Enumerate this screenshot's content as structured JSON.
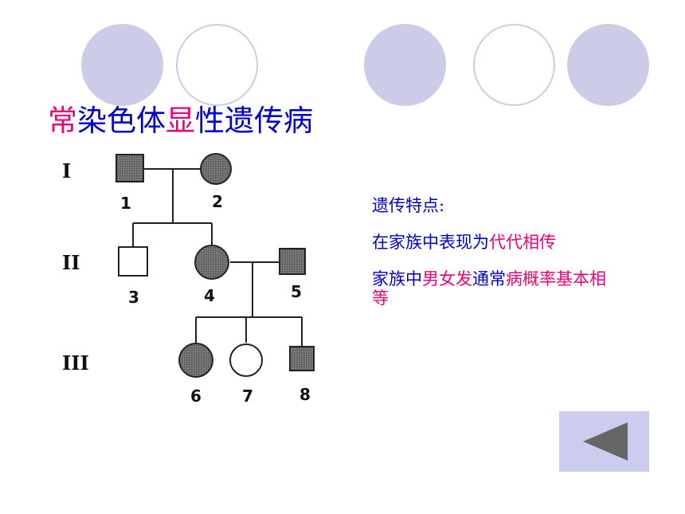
{
  "title": {
    "parts": [
      {
        "text": "常",
        "highlight": true
      },
      {
        "text": "染色体",
        "highlight": false
      },
      {
        "text": "显",
        "highlight": true
      },
      {
        "text": "性遗传病",
        "highlight": false
      }
    ]
  },
  "pedigree": {
    "generations": [
      "I",
      "II",
      "III"
    ],
    "individuals": [
      {
        "id": "1",
        "generation": "I",
        "sex": "male",
        "affected": true
      },
      {
        "id": "2",
        "generation": "I",
        "sex": "female",
        "affected": true
      },
      {
        "id": "3",
        "generation": "II",
        "sex": "male",
        "affected": false
      },
      {
        "id": "4",
        "generation": "II",
        "sex": "female",
        "affected": true
      },
      {
        "id": "5",
        "generation": "II",
        "sex": "male",
        "affected": true
      },
      {
        "id": "6",
        "generation": "III",
        "sex": "female",
        "affected": true
      },
      {
        "id": "7",
        "generation": "III",
        "sex": "female",
        "affected": false
      },
      {
        "id": "8",
        "generation": "III",
        "sex": "male",
        "affected": true
      }
    ]
  },
  "features": {
    "heading": "遗传特点:",
    "line1": {
      "normal": "在家族中表现为",
      "highlight": "代代相传"
    },
    "line2": {
      "p1": "家族中",
      "h1": "男女发",
      "p2": "通常",
      "h2": "病概率基本相",
      "h3": "等"
    }
  },
  "colors": {
    "text_blue": "#0000cc",
    "highlight_pink": "#ee0077",
    "deco_lavender": "#cccce8",
    "button_bg": "#ccccee",
    "arrow_gray": "#666666"
  },
  "back_button": {
    "icon": "left-triangle-icon"
  }
}
